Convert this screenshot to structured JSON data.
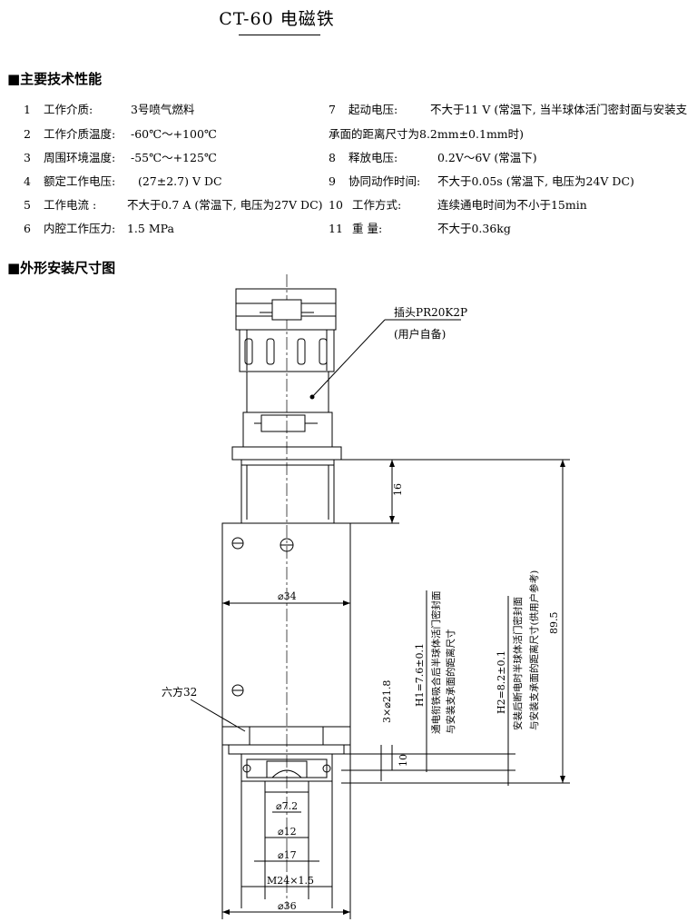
{
  "title": "CT-60 电磁铁",
  "sections": {
    "specs_heading": "■主要技术性能",
    "drawing_heading": "■外形安装尺寸图"
  },
  "specs": [
    {
      "num": "1",
      "label": "工作介质:",
      "value": "3号喷气燃料"
    },
    {
      "num": "2",
      "label": "工作介质温度:",
      "value": "-60℃～+100℃"
    },
    {
      "num": "3",
      "label": "周围环境温度:",
      "value": "-55℃～+125℃"
    },
    {
      "num": "4",
      "label": "额定工作电压:",
      "value": "(27±2.7) V DC"
    },
    {
      "num": "5",
      "label": "工作电流 :",
      "value": "不大于0.7 A (常温下, 电压为27V DC)"
    },
    {
      "num": "6",
      "label": "内腔工作压力:",
      "value": "1.5 MPa"
    },
    {
      "num": "7",
      "label": "起动电压:",
      "value": "不大于11 V (常温下, 当半球体活门密封面与安装支",
      "value2": "承面的距离尺寸为8.2mm±0.1mm时)"
    },
    {
      "num": "8",
      "label": "释放电压:",
      "value": "0.2V～6V (常温下)"
    },
    {
      "num": "9",
      "label": "协同动作时间:",
      "value": "不大于0.05s (常温下, 电压为24V DC)"
    },
    {
      "num": "10",
      "label": "工作方式:",
      "value": "连续通电时间为不小于15min"
    },
    {
      "num": "11",
      "label": "重  量:",
      "value": "不大于0.36kg"
    }
  ],
  "drawing": {
    "plug_label": "插头PR20K2P",
    "plug_note": "(用户自备)",
    "hex_label": "六方32",
    "dim_16": "16",
    "dim_89_5": "89.5",
    "dim_phi34": "⌀34",
    "dim_3xphi": "3×⌀21.8",
    "dim_10": "10",
    "dim_phi7_2": "⌀7.2",
    "dim_phi12": "⌀12",
    "dim_phi17": "⌀17",
    "dim_m24": "M24×1.5",
    "dim_phi36": "⌀36",
    "h1_dim": "H1=7.6±0.1",
    "h1_note_1": "通电衔铁吸合后半球体活门密封面",
    "h1_note_2": "与安装支承面的距离尺寸",
    "h2_dim": "H2=8.2±0.1",
    "h2_note_1": "安装后断电时半球体活门密封面",
    "h2_note_2": "与安装支承面的距离尺寸(供用户参考)"
  }
}
